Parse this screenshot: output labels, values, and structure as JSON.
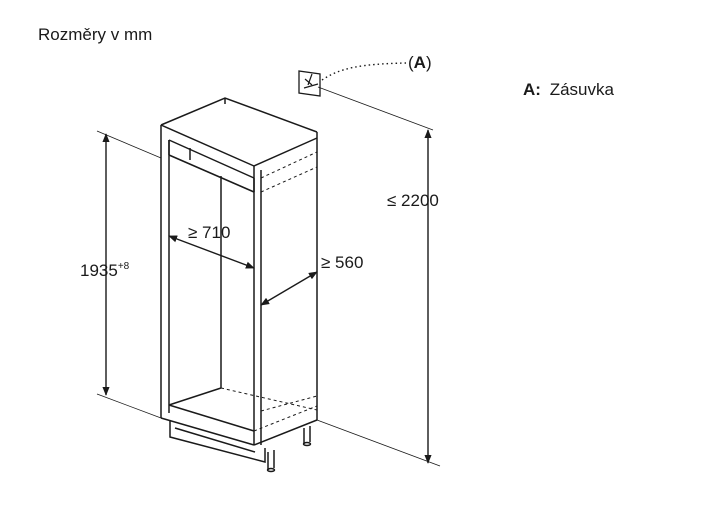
{
  "title": "Rozměry v mm",
  "callout": {
    "marker": "(A)",
    "marker_letter": "A"
  },
  "legend": {
    "key": "A:",
    "text": "Zásuvka"
  },
  "dimensions": {
    "max_height": "≤ 2200",
    "niche_height": "1935",
    "niche_height_tolerance": "+8",
    "min_depth": "≥ 560",
    "min_width": "≥ 710"
  },
  "icons": {
    "socket": "power-socket-icon"
  }
}
